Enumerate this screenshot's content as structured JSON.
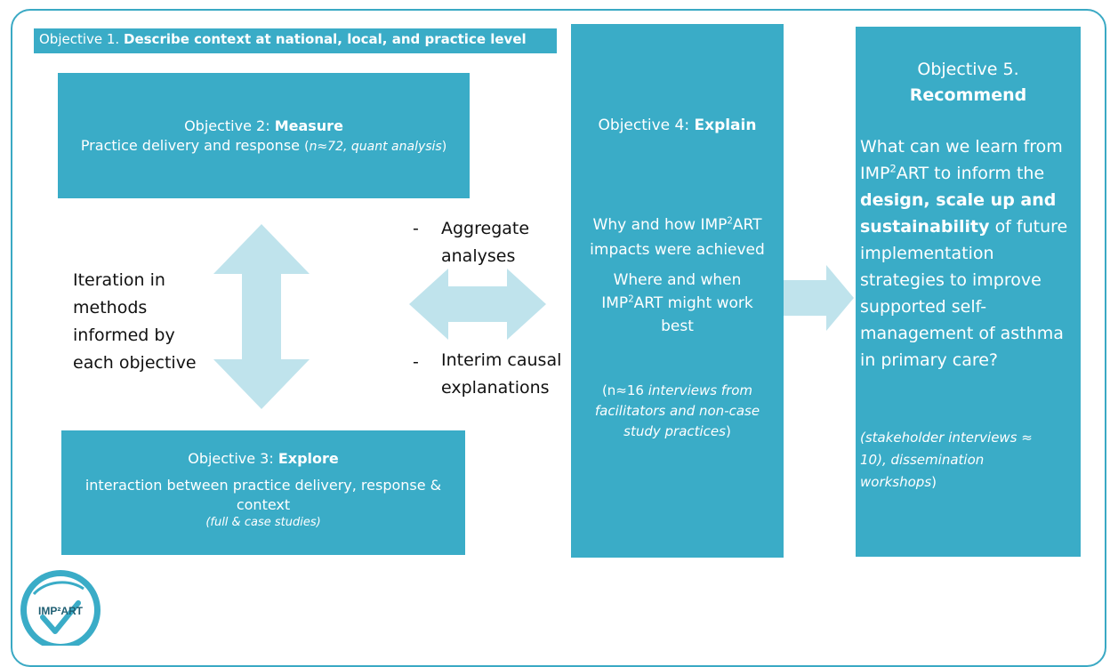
{
  "objective1": {
    "prefix": "Objective 1.",
    "title": "Describe context at national, local, and practice level"
  },
  "objective2": {
    "prefix": "Objective 2:",
    "title": "Measure",
    "desc": "Practice delivery and response",
    "note_open": "(",
    "note": "n≈72, quant analysis",
    "note_close": ")"
  },
  "objective3": {
    "prefix": "Objective 3:",
    "title": "Explore",
    "desc": "interaction between practice delivery, response &",
    "desc2": "context",
    "note": "(full & case studies)"
  },
  "objective4": {
    "prefix": "Objective 4:",
    "title": "Explain",
    "q1_a": "Why and how IMP",
    "q1_sup": "2",
    "q1_b": "ART",
    "q1_c": "impacts were achieved",
    "q2_a": "Where and when",
    "q2_b": "IMP",
    "q2_sup": "2",
    "q2_c": "ART might work",
    "q2_d": "best",
    "note_lead": "(n≈16",
    "note_1": "interviews from",
    "note_2": "facilitators and non-case",
    "note_3": "study practices",
    "note_close": ")"
  },
  "objective5": {
    "prefix": "Objective 5.",
    "title": "Recommend",
    "q_line1": "What can we learn from",
    "q_line2_a": "IMP",
    "q_line2_sup": "2",
    "q_line2_b": "ART to inform the",
    "q_bold1": "design, scale up and",
    "q_bold2": "sustainability",
    "q_line4": "of future",
    "q_line5": "implementation",
    "q_line6": "strategies to improve",
    "q_line7": "supported self-",
    "q_line8": "management of asthma",
    "q_line9": "in primary care?",
    "note_1": "(stakeholder interviews ≈",
    "note_2a": "10)",
    "note_2b": ", dissemination",
    "note_3": "workshops",
    "note_3_close": ")"
  },
  "iteration": {
    "lines": [
      "Iteration in",
      "methods",
      "informed by",
      "each objective"
    ]
  },
  "middle": {
    "dash": "-",
    "item1": [
      "Aggregate",
      "analyses"
    ],
    "item2": [
      "Interim causal",
      "explanations"
    ]
  },
  "logo": {
    "text": "IMP²ART"
  },
  "colors": {
    "box": "#3aacc7",
    "arrow": "#bfe3ec",
    "frame": "#3aa9c4"
  }
}
